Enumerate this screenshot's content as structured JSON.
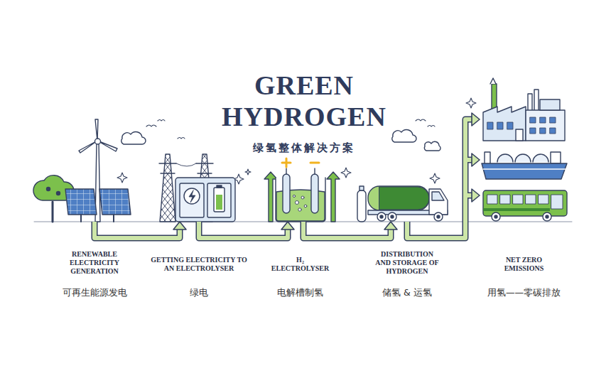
{
  "diagram": {
    "title": "GREEN HYDROGEN",
    "nodes": [
      {
        "text": [
          "RENEWABLE ELECTRICITY GENERATION",
          "可再生能源发电"
        ]
      },
      {
        "text": [
          "GETTING ELECTRICITY TO AN ELECTROLYSER",
          "绿电"
        ]
      },
      {
        "text": [
          "H₂ ELECTROLYSER",
          "电解槽制氢"
        ]
      },
      {
        "text": [
          "DISTRIBUTION AND STORAGE OF HYDROGEN",
          "储氢 & 运氢"
        ]
      },
      {
        "text": [
          "NET ZERO EMISSIONS",
          "用氢——零碳排放"
        ]
      }
    ],
    "edges": [
      {
        "from": 0,
        "to": 1,
        "arrow": "to"
      },
      {
        "from": 1,
        "to": 2,
        "arrow": "to"
      },
      {
        "from": 2,
        "to": 3,
        "arrow": "to"
      },
      {
        "from": 3,
        "to": 4,
        "arrow": "to"
      }
    ],
    "labels": [
      "绿氢整体解决方案"
    ]
  }
}
